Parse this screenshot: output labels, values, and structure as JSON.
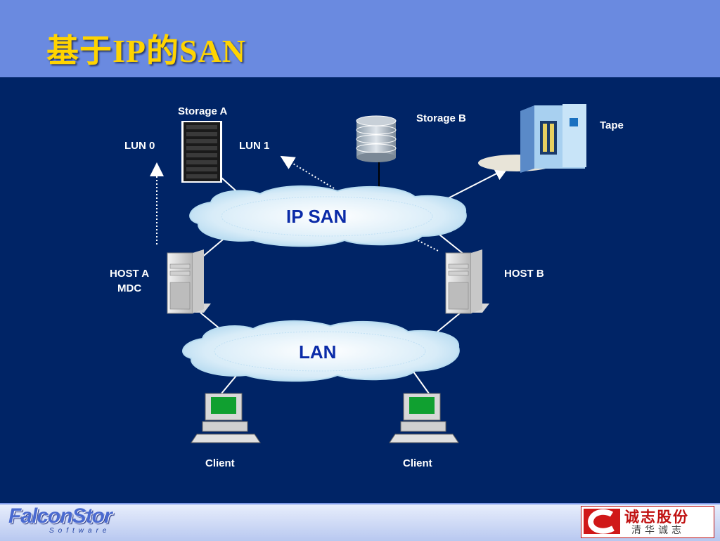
{
  "title": "基于IP的SAN",
  "labels": {
    "storage_a": "Storage A",
    "storage_b": "Storage B",
    "tape": "Tape",
    "lun0": "LUN 0",
    "lun1": "LUN 1",
    "host_a_line1": "HOST A",
    "host_a_line2": "MDC",
    "host_b": "HOST B",
    "client_left": "Client",
    "client_right": "Client"
  },
  "clouds": {
    "ip_san": "IP SAN",
    "lan": "LAN"
  },
  "footer": {
    "falconstor": "FalconStor",
    "falconstor_sub": "Software",
    "company_name": "诚志股份",
    "company_sub": "清华诚志"
  },
  "colors": {
    "background": "#002466",
    "header": "#6a8ae0",
    "title": "#ffd400",
    "cloud_text": "#0b2ba8"
  }
}
